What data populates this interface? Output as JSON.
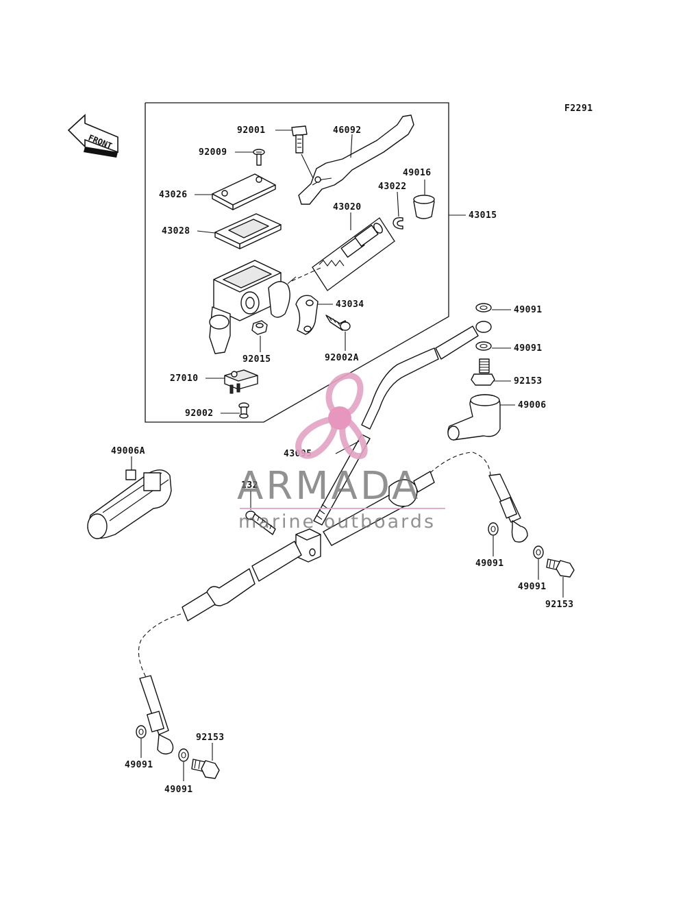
{
  "diagram": {
    "figure_code": "F2291",
    "direction_label": "FRONT",
    "labels": {
      "p92001": "92001",
      "p46092": "46092",
      "p92009": "92009",
      "p49016": "49016",
      "p43026": "43026",
      "p43022": "43022",
      "p43020": "43020",
      "p43015": "43015",
      "p43028": "43028",
      "p43034": "43034",
      "p92015": "92015",
      "p92002A": "92002A",
      "p27010": "27010",
      "p92002": "92002",
      "p49091_a": "49091",
      "p49091_b": "49091",
      "p92153_a": "92153",
      "p49006": "49006",
      "p49006A": "49006A",
      "p43095": "43095",
      "p132": "132",
      "p49091_c": "49091",
      "p49091_d": "49091",
      "p92153_b": "92153",
      "p92153_c": "92153",
      "p49091_e": "49091",
      "p49091_f": "49091"
    }
  },
  "watermark": {
    "brand": "ARMADA",
    "tagline": "marine outboards",
    "logo_color": "#e3a4c5",
    "logo_center_color": "#e58bb6"
  }
}
